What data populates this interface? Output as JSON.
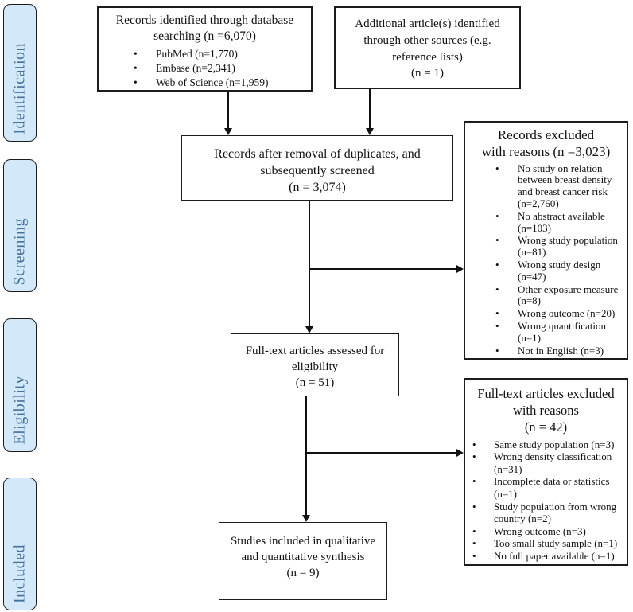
{
  "figure": {
    "type": "prisma_flow_diagram",
    "stages": [
      {
        "label": "Identification"
      },
      {
        "label": "Screening"
      },
      {
        "label": "Eligibility"
      },
      {
        "label": "Included"
      }
    ],
    "boxes": {
      "database_search": {
        "title": "Records identified through database searching (n =6,070)",
        "items": [
          "PubMed (n=1,770)",
          "Embase (n=2,341)",
          "Web of Science (n=1,959)"
        ]
      },
      "other_sources": {
        "title": "Additional article(s) identified through other sources (e.g. reference lists)",
        "count": "(n = 1)"
      },
      "deduplicated": {
        "title": "Records after removal of duplicates, and subsequently screened",
        "count": "(n = 3,074)"
      },
      "records_excluded": {
        "title_line1": "Records excluded",
        "title_line2": "with reasons (n =3,023)",
        "items": [
          "No study on relation between breast density and breast cancer risk (n=2,760)",
          "No abstract available (n=103)",
          "Wrong study population (n=81)",
          "Wrong study design (n=47)",
          "Other exposure measure (n=8)",
          "Wrong outcome (n=20)",
          "Wrong quantification (n=1)",
          "Not in English (n=3)"
        ]
      },
      "fulltext_assessed": {
        "title": "Full-text articles assessed for eligibility",
        "count": "(n = 51)"
      },
      "fulltext_excluded": {
        "title": "Full-text articles excluded with reasons",
        "count": "(n = 42)",
        "items": [
          "Same study population (n=3)",
          "Wrong density classification (n=31)",
          "Incomplete data or statistics (n=1)",
          "Study population from wrong country (n=2)",
          "Wrong outcome (n=3)",
          "Too small study sample (n=1)",
          "No full paper available (n=1)"
        ]
      },
      "studies_included": {
        "title": "Studies included in qualitative and quantitative synthesis",
        "count": "(n = 9)"
      }
    },
    "colors": {
      "stage_fill": "#d3e9f9",
      "stage_border": "#1c1c1c",
      "stage_text": "#46719d",
      "box_border": "#1c1c1c",
      "line": "#111111",
      "text": "#111111",
      "background": "#ffffff"
    }
  }
}
